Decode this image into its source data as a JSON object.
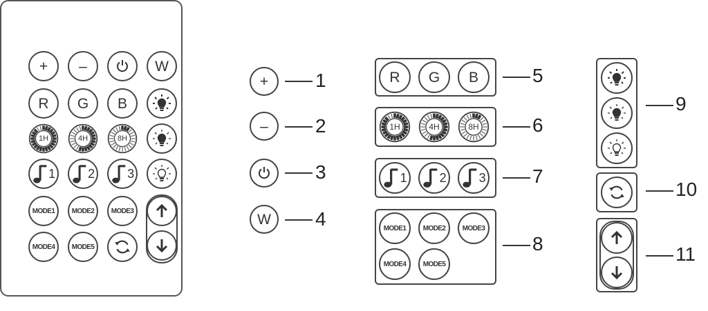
{
  "remote": {
    "rows": [
      [
        {
          "type": "text",
          "label": "+",
          "icon": "plus-icon"
        },
        {
          "type": "text",
          "label": "–",
          "icon": "minus-icon"
        },
        {
          "type": "power",
          "icon": "power-icon"
        },
        {
          "type": "text",
          "label": "W",
          "icon": "white-icon"
        }
      ],
      [
        {
          "type": "text",
          "label": "R"
        },
        {
          "type": "text",
          "label": "G"
        },
        {
          "type": "text",
          "label": "B"
        },
        {
          "type": "bulb",
          "icon": "bulb-bright-icon",
          "level": 3
        }
      ],
      [
        {
          "type": "timer",
          "label": "1H",
          "fill": 0.9
        },
        {
          "type": "timer",
          "label": "4H",
          "fill": 0.55
        },
        {
          "type": "timer",
          "label": "8H",
          "fill": 0.1
        },
        {
          "type": "bulb",
          "icon": "bulb-medium-icon",
          "level": 2
        }
      ],
      [
        {
          "type": "note",
          "label": "1",
          "icon": "music-note-icon"
        },
        {
          "type": "note",
          "label": "2",
          "icon": "music-note-icon"
        },
        {
          "type": "note",
          "label": "3",
          "icon": "music-note-icon"
        },
        {
          "type": "bulb",
          "icon": "bulb-dim-icon",
          "level": 1
        }
      ],
      [
        {
          "type": "mode",
          "label": "MODE1"
        },
        {
          "type": "mode",
          "label": "MODE2"
        },
        {
          "type": "mode",
          "label": "MODE3"
        },
        {
          "type": "arrow",
          "dir": "up",
          "icon": "arrow-up-icon"
        }
      ],
      [
        {
          "type": "mode",
          "label": "MODE4"
        },
        {
          "type": "mode",
          "label": "MODE5"
        },
        {
          "type": "cycle",
          "icon": "cycle-icon"
        },
        {
          "type": "arrow",
          "dir": "down",
          "icon": "arrow-down-icon"
        }
      ]
    ]
  },
  "callouts": {
    "plus": {
      "label": "+",
      "number": "1"
    },
    "minus": {
      "label": "–",
      "number": "2"
    },
    "power": {
      "number": "3"
    },
    "white": {
      "label": "W",
      "number": "4"
    },
    "rgb": {
      "labels": [
        "R",
        "G",
        "B"
      ],
      "number": "5"
    },
    "timer": {
      "labels": [
        "1H",
        "4H",
        "8H"
      ],
      "fills": [
        0.9,
        0.55,
        0.1
      ],
      "number": "6"
    },
    "music": {
      "labels": [
        "1",
        "2",
        "3"
      ],
      "number": "7"
    },
    "modes": {
      "labels": [
        "MODE1",
        "MODE2",
        "MODE3",
        "MODE4",
        "MODE5"
      ],
      "number": "8"
    },
    "brightness": {
      "levels": [
        3,
        2,
        1
      ],
      "number": "9"
    },
    "cycle": {
      "number": "10"
    },
    "arrows": {
      "number": "11"
    }
  },
  "colors": {
    "stroke": "#444444",
    "text": "#333333",
    "fill_dark": "#3a3a3a"
  }
}
